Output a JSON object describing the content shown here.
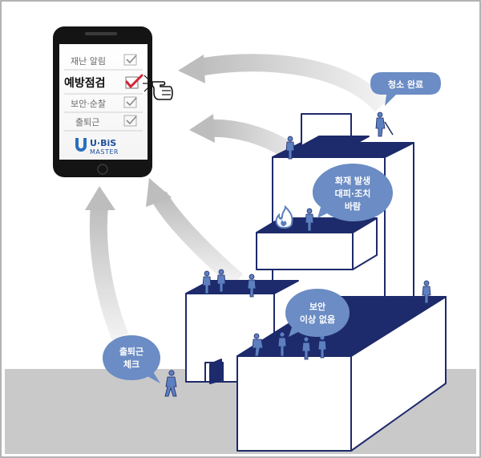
{
  "phone": {
    "menu": [
      {
        "label": "재난 알림",
        "highlighted": false
      },
      {
        "label": "예방점검",
        "highlighted": true
      },
      {
        "label": "보안·순찰",
        "highlighted": false
      },
      {
        "label": "출퇴근",
        "highlighted": false
      }
    ],
    "logo_text": "U·BiS",
    "logo_sub": "MASTER"
  },
  "bubbles": {
    "cleaning": "청소 완료",
    "fire_line1": "화재 발생",
    "fire_line2": "대피·조치",
    "fire_line3": "바람",
    "security_line1": "보안",
    "security_line2": "이상 없음",
    "commute_line1": "출퇴근",
    "commute_line2": "체크"
  },
  "colors": {
    "navy": "#1d2a6b",
    "bubble": "#6b8cc4",
    "figure": "#5c7fbf",
    "check_red": "#d6263a",
    "arrow_gray": "#c8c8c8",
    "ground": "#c9c9c9"
  }
}
